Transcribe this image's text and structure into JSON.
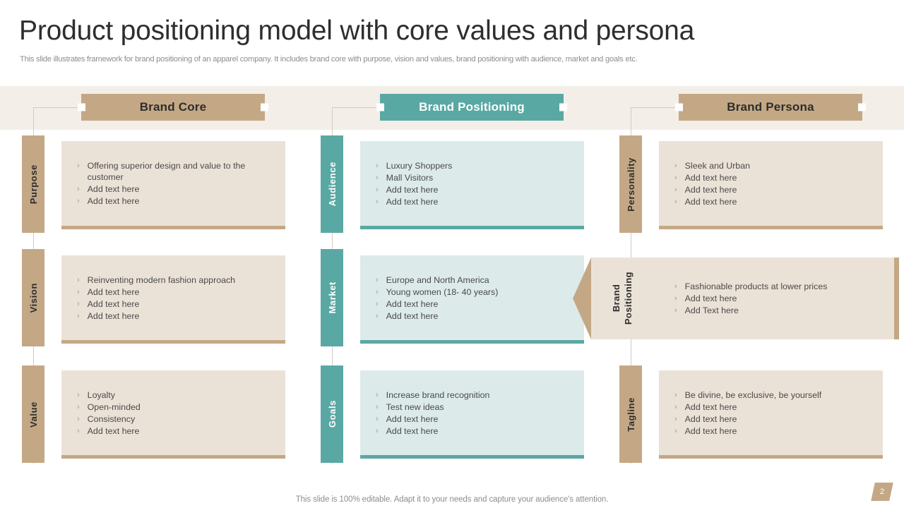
{
  "slide": {
    "title": "Product positioning model with core values and persona",
    "subtitle": "This slide illustrates framework for brand positioning of an apparel company. It includes brand core with purpose, vision and values, brand positioning with audience, market and goals etc.",
    "footer_note": "This slide is 100% editable. Adapt it to your needs and capture your audience's attention.",
    "page_number": "2"
  },
  "colors": {
    "tan": "#c4a885",
    "tan_light": "#ebe2d7",
    "teal": "#5aa8a3",
    "teal_light": "#dcebea",
    "band": "#f3eee8",
    "connector": "#cfcbc6"
  },
  "columns": [
    {
      "id": "brand-core",
      "header": "Brand Core",
      "theme": "tan"
    },
    {
      "id": "brand-positioning",
      "header": "Brand Positioning",
      "theme": "teal"
    },
    {
      "id": "brand-persona",
      "header": "Brand Persona",
      "theme": "tan"
    }
  ],
  "callout": {
    "label_line1": "Brand",
    "label_line2": "Positioning"
  },
  "cells": {
    "purpose": {
      "label": "Purpose",
      "items": [
        "Offering  superior  design  and  value  to the customer",
        "Add text here",
        "Add text here"
      ]
    },
    "audience": {
      "label": "Audience",
      "items": [
        "Luxury Shoppers",
        "Mall Visitors",
        "Add text here",
        "Add text here"
      ]
    },
    "personality": {
      "label": "Personality",
      "items": [
        "Sleek and Urban",
        "Add text here",
        "Add text here",
        "Add text here"
      ]
    },
    "vision": {
      "label": "Vision",
      "items": [
        "Reinventing  modern  fashion  approach",
        "Add text here",
        "Add text here",
        "Add text here"
      ]
    },
    "market": {
      "label": "Market",
      "items": [
        "Europe  and  North  America",
        "Young women (18-  40 years)",
        "Add text here",
        "Add text here"
      ]
    },
    "positioning": {
      "items": [
        "Fashionable  products at lower  prices",
        "Add text here",
        "Add Text here"
      ]
    },
    "value": {
      "label": "Value",
      "items": [
        "Loyalty",
        "Open-minded",
        "Consistency",
        "Add text here"
      ]
    },
    "goals": {
      "label": "Goals",
      "items": [
        "Increase  brand  recognition",
        "Test new ideas",
        "Add text here",
        "Add text here"
      ]
    },
    "tagline": {
      "label": "Tagline",
      "items": [
        "Be divine,  be exclusive,  be yourself",
        "Add text here",
        "Add text here",
        "Add text here"
      ]
    }
  },
  "icons": {
    "bullet": "›"
  }
}
